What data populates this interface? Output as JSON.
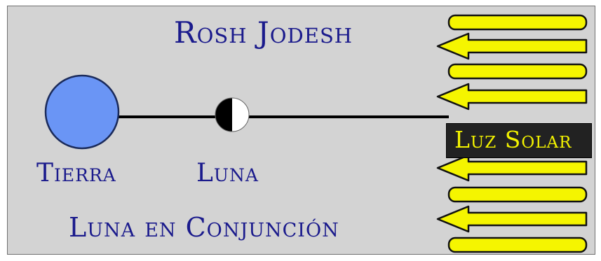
{
  "title": "Rosh Jodesh",
  "subtitle": "Luna en Conjunción",
  "earth": {
    "label": "Tierra",
    "color": "#6a95f5"
  },
  "moon": {
    "label": "Luna",
    "phase": "first quarter",
    "dark_color": "#000000",
    "light_color": "#ffffff"
  },
  "sunlight": {
    "label": "Luz Solar",
    "arrow_color": "#f5f500",
    "arrow_count": 10,
    "direction": "left"
  },
  "colors": {
    "text": "#1a1a8c",
    "sun_label": "#f2f200",
    "background": "#d3d3d3",
    "sight_line": "#000000"
  }
}
